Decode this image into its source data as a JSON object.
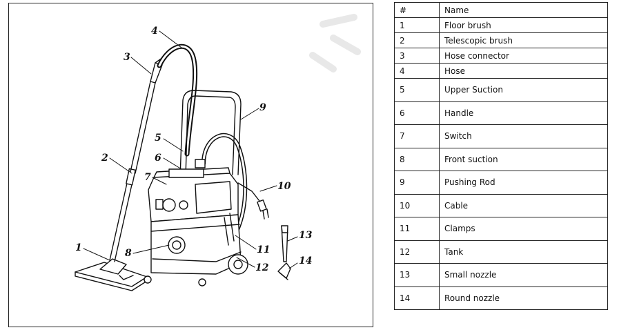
{
  "table": {
    "header": {
      "number": "#",
      "name": "Name"
    },
    "rows": [
      {
        "number": "1",
        "name": "Floor brush"
      },
      {
        "number": "2",
        "name": "Telescopic brush"
      },
      {
        "number": "3",
        "name": "Hose connector"
      },
      {
        "number": "4",
        "name": "Hose"
      },
      {
        "number": "5",
        "name": "Upper Suction"
      },
      {
        "number": "6",
        "name": "Handle"
      },
      {
        "number": "7",
        "name": "Switch"
      },
      {
        "number": "8",
        "name": "Front suction"
      },
      {
        "number": "9",
        "name": "Pushing Rod"
      },
      {
        "number": "10",
        "name": "Cable"
      },
      {
        "number": "11",
        "name": "Clamps"
      },
      {
        "number": "12",
        "name": "Tank"
      },
      {
        "number": "13",
        "name": "Small nozzle"
      },
      {
        "number": "14",
        "name": "Round nozzle"
      }
    ]
  },
  "figure": {
    "callouts": [
      "1",
      "2",
      "3",
      "4",
      "5",
      "6",
      "7",
      "8",
      "9",
      "10",
      "11",
      "12",
      "13",
      "14"
    ]
  }
}
